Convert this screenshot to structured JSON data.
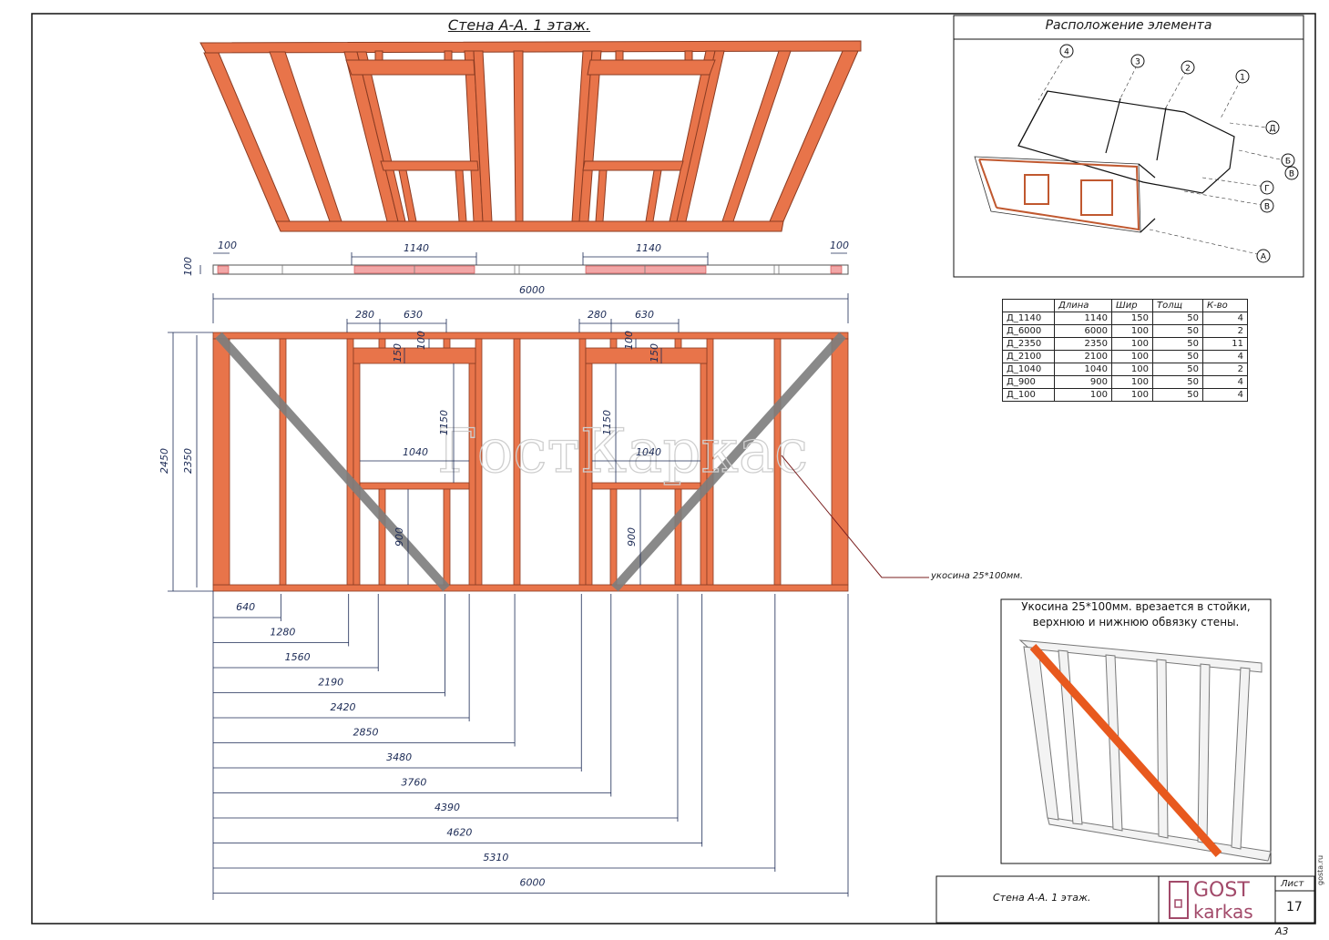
{
  "title": "Стена А-А. 1 этаж.",
  "location": {
    "title": "Расположение элемента",
    "axis_labels": [
      "4",
      "3",
      "2",
      "1",
      "Д",
      "Б",
      "В",
      "Г",
      "В",
      "А"
    ]
  },
  "watermark": "ГостКаркас",
  "brace_callout": "укосина 25*100мм.",
  "note": {
    "line1": "Укосина 25*100мм. врезается в стойки,",
    "line2": "верхнюю и нижнюю обвязку стены."
  },
  "spec_table": {
    "headers": [
      "",
      "Длина",
      "Шир",
      "Толщ",
      "К-во"
    ],
    "rows": [
      [
        "Д_1140",
        "1140",
        "150",
        "50",
        "4"
      ],
      [
        "Д_6000",
        "6000",
        "100",
        "50",
        "2"
      ],
      [
        "Д_2350",
        "2350",
        "100",
        "50",
        "11"
      ],
      [
        "Д_2100",
        "2100",
        "100",
        "50",
        "4"
      ],
      [
        "Д_1040",
        "1040",
        "100",
        "50",
        "2"
      ],
      [
        "Д_900",
        "900",
        "100",
        "50",
        "4"
      ],
      [
        "Д_100",
        "100",
        "100",
        "50",
        "4"
      ]
    ]
  },
  "plan_dims": {
    "left_100": "100",
    "left_100_v": "100",
    "lintel_1": "1140",
    "lintel_2": "1140",
    "right_100": "100",
    "overall": "6000"
  },
  "elevation_dims": {
    "w1_280": "280",
    "w1_630": "630",
    "w2_280": "280",
    "w2_630": "630",
    "w1_150": "150",
    "w1_100": "100",
    "w2_100": "100",
    "w2_150": "150",
    "w1_1150": "1150",
    "w2_1150": "1150",
    "w1_1040": "1040",
    "w2_1040": "1040",
    "w1_900": "900",
    "w2_900": "900",
    "h_2450": "2450",
    "h_2350": "2350"
  },
  "chain_dims": [
    "640",
    "1280",
    "1560",
    "2190",
    "2420",
    "2850",
    "3480",
    "3760",
    "4390",
    "4620",
    "5310",
    "6000"
  ],
  "title_block": {
    "caption": "Стена А-А.    1 этаж.",
    "logo_top": "GOST",
    "logo_bottom": "karkas",
    "sheet_label": "Лист",
    "sheet_number": "17",
    "format": "А3",
    "site": "gosta.ru"
  },
  "colors": {
    "timber": "#e8744a",
    "timber_dark": "#b5492a",
    "lintel_fill": "#f2a6a6",
    "brace": "#7d7d7d",
    "dimension": "#1b2a55",
    "logo": "#a24a6a"
  }
}
